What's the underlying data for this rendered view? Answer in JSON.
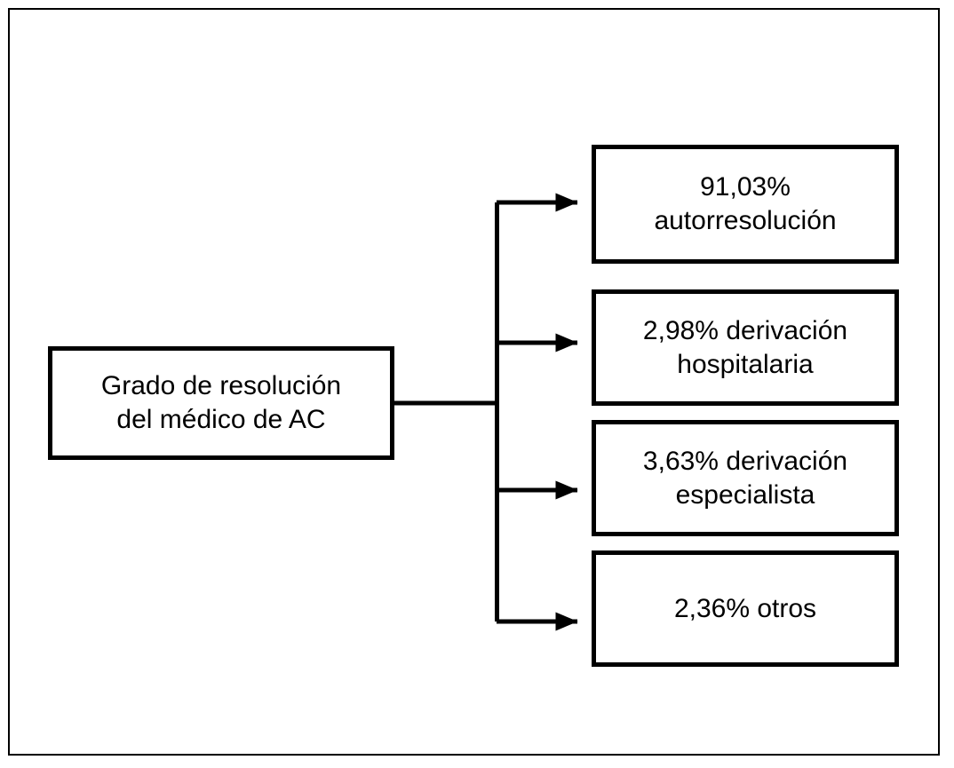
{
  "diagram": {
    "type": "tree-flowchart",
    "orientation": "left-to-right",
    "background_color": "#ffffff",
    "line_color": "#000000",
    "frame": {
      "border_color": "#000000"
    },
    "root": {
      "id": "grado-resolucion",
      "label": "Grado de resolución\ndel médico de AC"
    },
    "branches": [
      {
        "id": "autorresolucion",
        "label": "91,03%\nautorresolución",
        "value": 91.03,
        "value_text": "91,03%",
        "category": "autorresolución"
      },
      {
        "id": "derivacion-hospitalaria",
        "label": "2,98% derivación\nhospitalaria",
        "value": 2.98,
        "value_text": "2,98%",
        "category": "derivación hospitalaria"
      },
      {
        "id": "derivacion-especialista",
        "label": "3,63% derivación\nespecialista",
        "value": 3.63,
        "value_text": "3,63%",
        "category": "derivación especialista"
      },
      {
        "id": "otros",
        "label": "2,36% otros",
        "value": 2.36,
        "value_text": "2,36%",
        "category": "otros"
      }
    ]
  }
}
